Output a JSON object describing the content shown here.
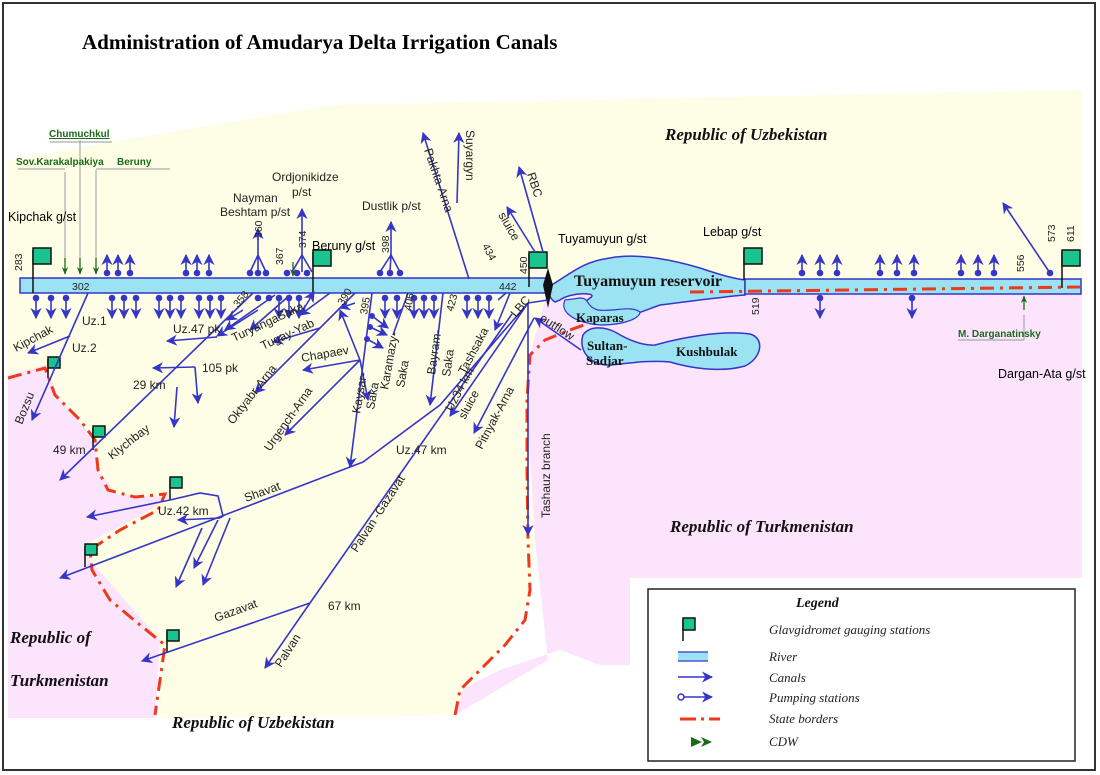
{
  "title": "Administration of Amudarya Delta Irrigation Canals",
  "countries": {
    "uzbekistan_top": "Republic of Uzbekistan",
    "uzbekistan_bottom": "Republic  of  Uzbekistan",
    "turkmenistan_right": "Republic of  Turkmenistan",
    "turkmenistan_left_1": "Republic of",
    "turkmenistan_left_2": "Turkmenistan"
  },
  "colors": {
    "uzbekistan_fill": "#fefee6",
    "turkmenistan_fill": "#fde4fd",
    "river_fill": "#9be3f3",
    "river_edge": "#3535c8",
    "canal": "#3535c8",
    "border": "#ee3a1a",
    "flag": "#19c48e",
    "cdw": "#1b6b1b"
  },
  "gauging_stations": {
    "kipchak": "Kipchak g/st",
    "beruny": "Beruny g/st",
    "tuyamuyun": "Tuyamuyun g/st",
    "lebap": "Lebap g/st",
    "dargan_ata": "Dargan-Ata g/st"
  },
  "pumping_posts": {
    "nayman": "Nayman",
    "beshtam": "Beshtam p/st",
    "ordjonikidze": "Ordjonikidze",
    "ordjonikidze_pst": "p/st",
    "dustlik": "Dustlik p/st"
  },
  "cdw_labels": {
    "chumuchkul": "Chumuchkul",
    "sov_karakalpakiya": "Sov.Karakalpakiya",
    "beruny": "Beruny",
    "m_darganatinsky": "M. Darganatinsky"
  },
  "river_km": {
    "k283": "283",
    "k302": "302",
    "k358": "358",
    "k360": "360",
    "k367": "367",
    "k374": "374",
    "k390": "390",
    "k395": "395",
    "k398": "398",
    "k406": "406",
    "k423": "423",
    "k434": "434",
    "k442": "442",
    "k450": "450",
    "k519": "519",
    "k556": "556",
    "k573": "573",
    "k611": "611"
  },
  "water_bodies": {
    "reservoir": "Tuyamuyun reservoir",
    "kaparas": "Kaparas",
    "sultan1": "Sultan-",
    "sultan2": "Sadjar",
    "kushbulak": "Kushbulak"
  },
  "canals": {
    "suyargyn": "Suyargyn",
    "pakhta_arna": "Pakhta-Arna",
    "rbc": "RBC",
    "sluice_top": "sluice",
    "lbc": "LBC",
    "outflow": "outflow",
    "kipchak": "Kipchak",
    "uz1": "Uz.1",
    "uz2": "Uz.2",
    "bozsu": "Bozsu",
    "uz47pk": "Uz.47 pk",
    "turyanga_saka": "TuryangaSaka",
    "tugay_yab": "Tugay-Yab",
    "pk105": "105 pk",
    "km29": "29 km",
    "km49": "49 km",
    "klychbay": "Klychbay",
    "oktyabr_arna": "Oktyabr-Arna",
    "chapaev": "Chapaev",
    "urgench_arna": "Urgench-Arna",
    "kaysar_saka1": "Kaysar-",
    "kaysar_saka2": "Saka",
    "karamazy1": "Karamazy-",
    "karamazy2": "Saka",
    "bayram1": "Bayram-",
    "bayram2": "Saka",
    "tashsaka": "Tashsaka",
    "uz34km": "Uz34 km",
    "sluice_bottom": "sluice",
    "pitnyak_arna": "Pitnyak-Arna",
    "tashauz": "Tashauz branch",
    "uz47km": "Uz.47 km",
    "shavat": "Shavat",
    "uz42km": "Uz.42 km",
    "palvan_gazavat": "Palvan -Gazavat",
    "gazavat": "Gazavat",
    "km67": "67 km",
    "palvan": "Palvan"
  },
  "legend": {
    "title": "Legend",
    "items": [
      {
        "icon": "flag-icon",
        "label": "Glavgidromet gauging stations"
      },
      {
        "icon": "river-icon",
        "label": "River"
      },
      {
        "icon": "canal-arrow-icon",
        "label": "Canals"
      },
      {
        "icon": "pumping-station-icon",
        "label": "Pumping stations"
      },
      {
        "icon": "state-border-icon",
        "label": "State borders"
      },
      {
        "icon": "cdw-icon",
        "label": "CDW"
      }
    ]
  }
}
